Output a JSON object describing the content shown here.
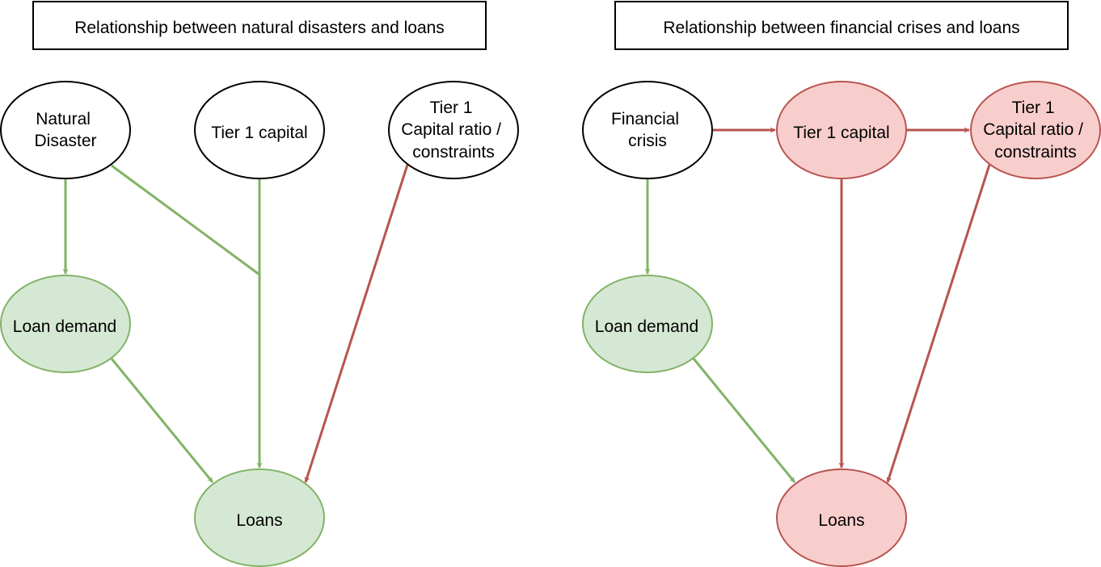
{
  "colors": {
    "green_fill": "#d5e8d4",
    "green_stroke": "#82b366",
    "red_fill": "#f8cecc",
    "red_stroke": "#b85450",
    "white_fill": "#ffffff",
    "black_stroke": "#000000"
  },
  "left_panel": {
    "title": "Relationship between natural disasters and loans",
    "natural_disaster": [
      "Natural",
      "Disaster"
    ],
    "tier1_capital": "Tier 1 capital",
    "tier1_ratio": [
      "Tier 1",
      "Capital ratio /",
      "constraints"
    ],
    "loan_demand": "Loan demand",
    "loans": "Loans"
  },
  "right_panel": {
    "title": "Relationship between financial crises and loans",
    "financial_crisis": [
      "Financial",
      "crisis"
    ],
    "tier1_capital": "Tier 1 capital",
    "tier1_ratio": [
      "Tier 1",
      "Capital ratio /",
      "constraints"
    ],
    "loan_demand": "Loan demand",
    "loans": "Loans"
  }
}
